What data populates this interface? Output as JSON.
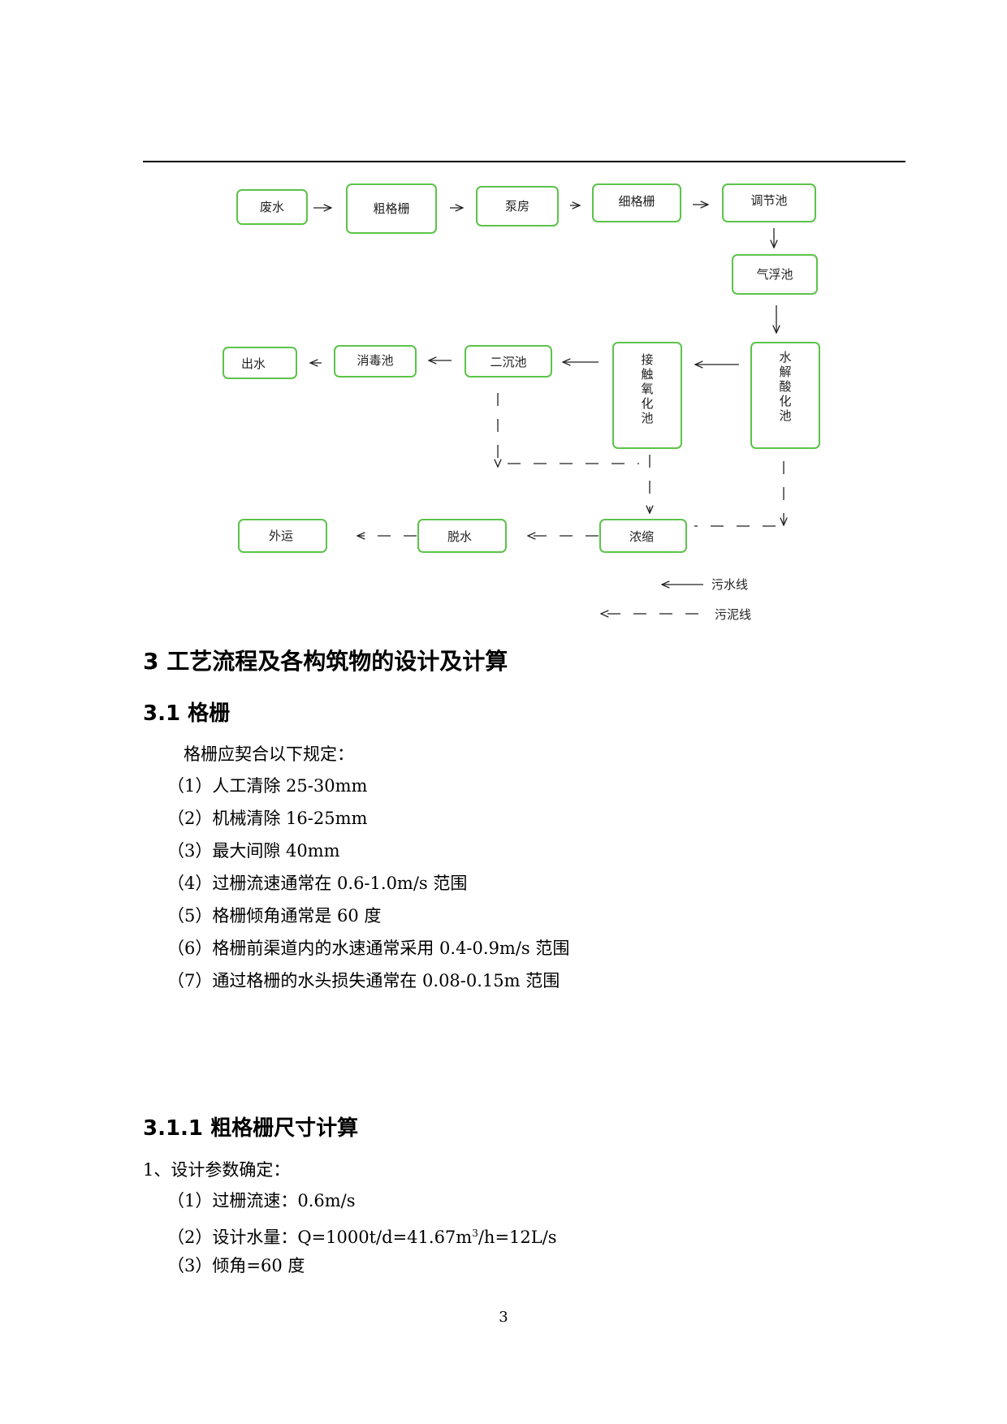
{
  "flowchart": {
    "nodes": {
      "wastewater": "废水",
      "coarse_screen": "粗格栅",
      "pump_house": "泵房",
      "fine_screen": "细格栅",
      "equalization_tank": "调节池",
      "flotation_tank": "气浮池",
      "hydrolysis_tank": "水解酸化池",
      "contact_oxidation_tank": "接触氧化池",
      "secondary_clarifier": "二沉池",
      "disinfection_tank": "消毒池",
      "effluent": "出水",
      "thickening": "浓缩",
      "dewatering": "脱水",
      "haul_away": "外运"
    },
    "legend": {
      "sewage_line": "污水线",
      "sludge_line": "污泥线"
    },
    "colors": {
      "box_border": "#5cc34a",
      "line": "#222222"
    }
  },
  "heading_1": "3 工艺流程及各构筑物的设计及计算",
  "heading_2": "3.1 格栅",
  "intro": "格栅应契合以下规定：",
  "rules": [
    "（1）人工清除 25-30mm",
    "（2）机械清除 16-25mm",
    "（3）最大间隙 40mm",
    "（4）过栅流速通常在 0.6-1.0m/s 范围",
    "（5）格栅倾角通常是 60 度",
    "（6）格栅前渠道内的水速通常采用 0.4-0.9m/s 范围",
    "（7）通过格栅的水头损失通常在 0.08-0.15m 范围"
  ],
  "heading_3": "3.1.1 粗格栅尺寸计算",
  "params_title": "1、设计参数确定：",
  "params": {
    "p1": "（1）过栅流速：0.6m/s",
    "p2_prefix": "（2）设计水量：Q=1000t/d=41.67m",
    "p2_sup": "3",
    "p2_suffix": "/h=12L/s",
    "p3": "（3）倾角=60 度"
  },
  "page_number": "3"
}
